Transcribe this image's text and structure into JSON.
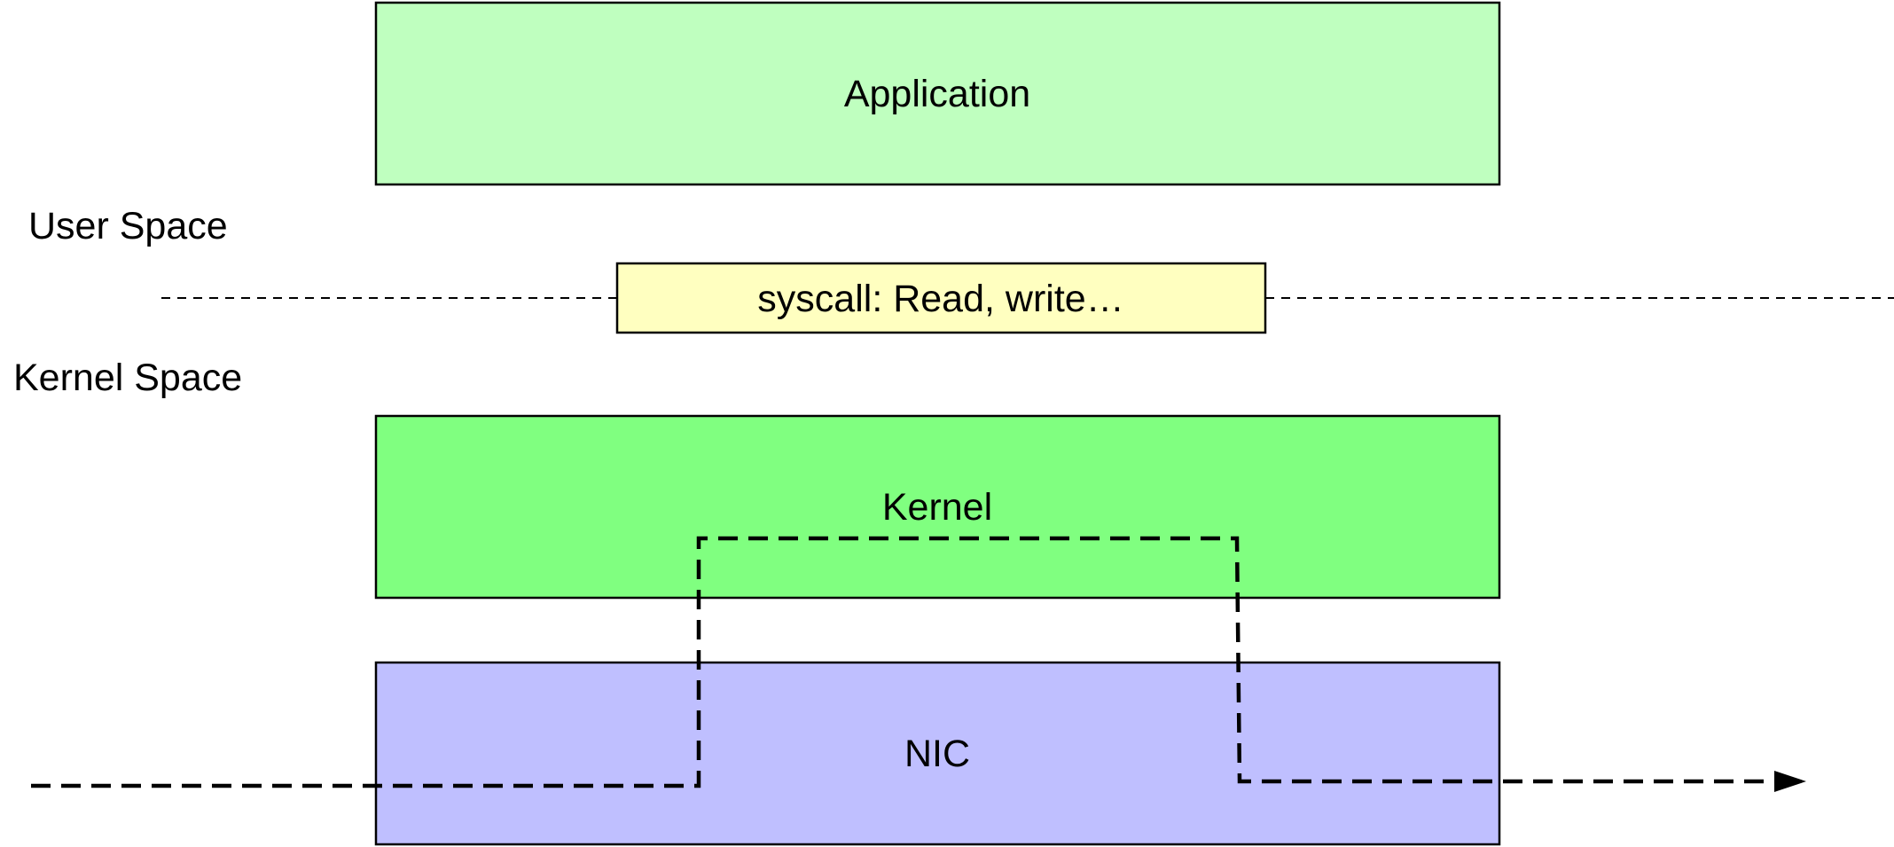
{
  "diagram": {
    "boxes": {
      "application": {
        "label": "Application",
        "color": "#bfffbf"
      },
      "syscall": {
        "label": "syscall: Read, write…",
        "color": "#ffffc0"
      },
      "kernel": {
        "label": "Kernel",
        "color": "#80ff80"
      },
      "nic": {
        "label": "NIC",
        "color": "#bfbfff"
      }
    },
    "regions": {
      "user_space": "User Space",
      "kernel_space": "Kernel Space"
    },
    "colors": {
      "stroke": "#000000",
      "background": "#ffffff"
    },
    "connectors": [
      {
        "name": "packet-path",
        "style": "dashed",
        "arrow": "end"
      },
      {
        "name": "user-kernel-boundary",
        "style": "dashed"
      }
    ]
  }
}
